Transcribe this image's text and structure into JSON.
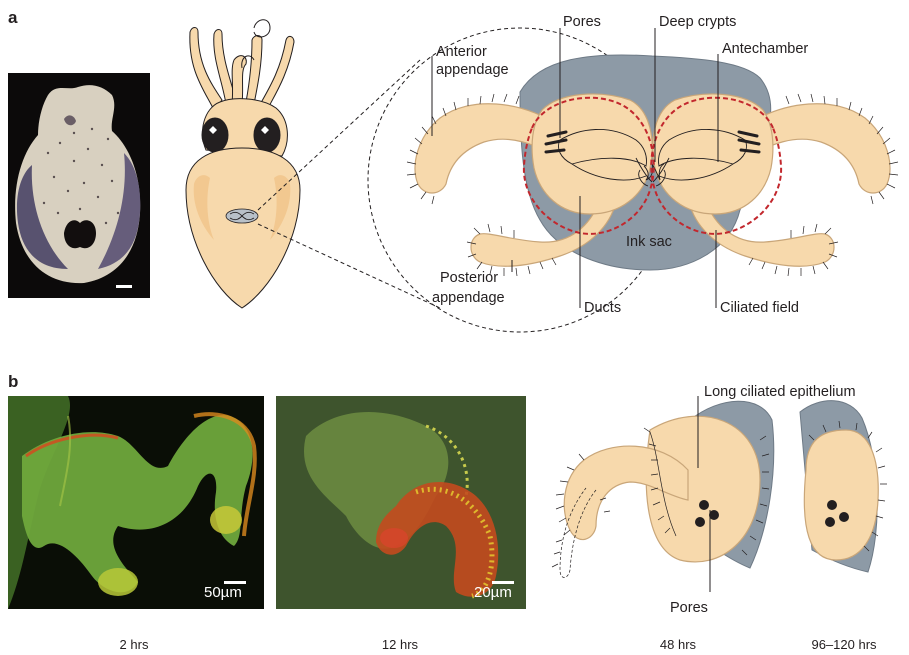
{
  "panel_a": {
    "letter": "a",
    "labels": {
      "anterior_appendage_1": "Anterior",
      "anterior_appendage_2": "appendage",
      "pores": "Pores",
      "deep_crypts": "Deep crypts",
      "antechamber": "Antechamber",
      "ink_sac": "Ink sac",
      "posterior_appendage_1": "Posterior",
      "posterior_appendage_2": "appendage",
      "ducts": "Ducts",
      "ciliated_field": "Ciliated field"
    }
  },
  "panel_b": {
    "letter": "b",
    "scale_bar_1": "50µm",
    "scale_bar_2": "20µm",
    "labels": {
      "long_ciliated_epithelium": "Long ciliated epithelium",
      "pores": "Pores"
    },
    "times": [
      "2 hrs",
      "12 hrs",
      "48 hrs",
      "96–120 hrs"
    ]
  },
  "colors": {
    "tissue": "#f7d9ac",
    "tissue_stroke": "#c9a679",
    "ink_sac": "#8d9aa6",
    "ciliated_field_outline": "#c2272d",
    "fluorescent_green": "#6fa83c",
    "fluorescent_red": "#d9461e"
  }
}
